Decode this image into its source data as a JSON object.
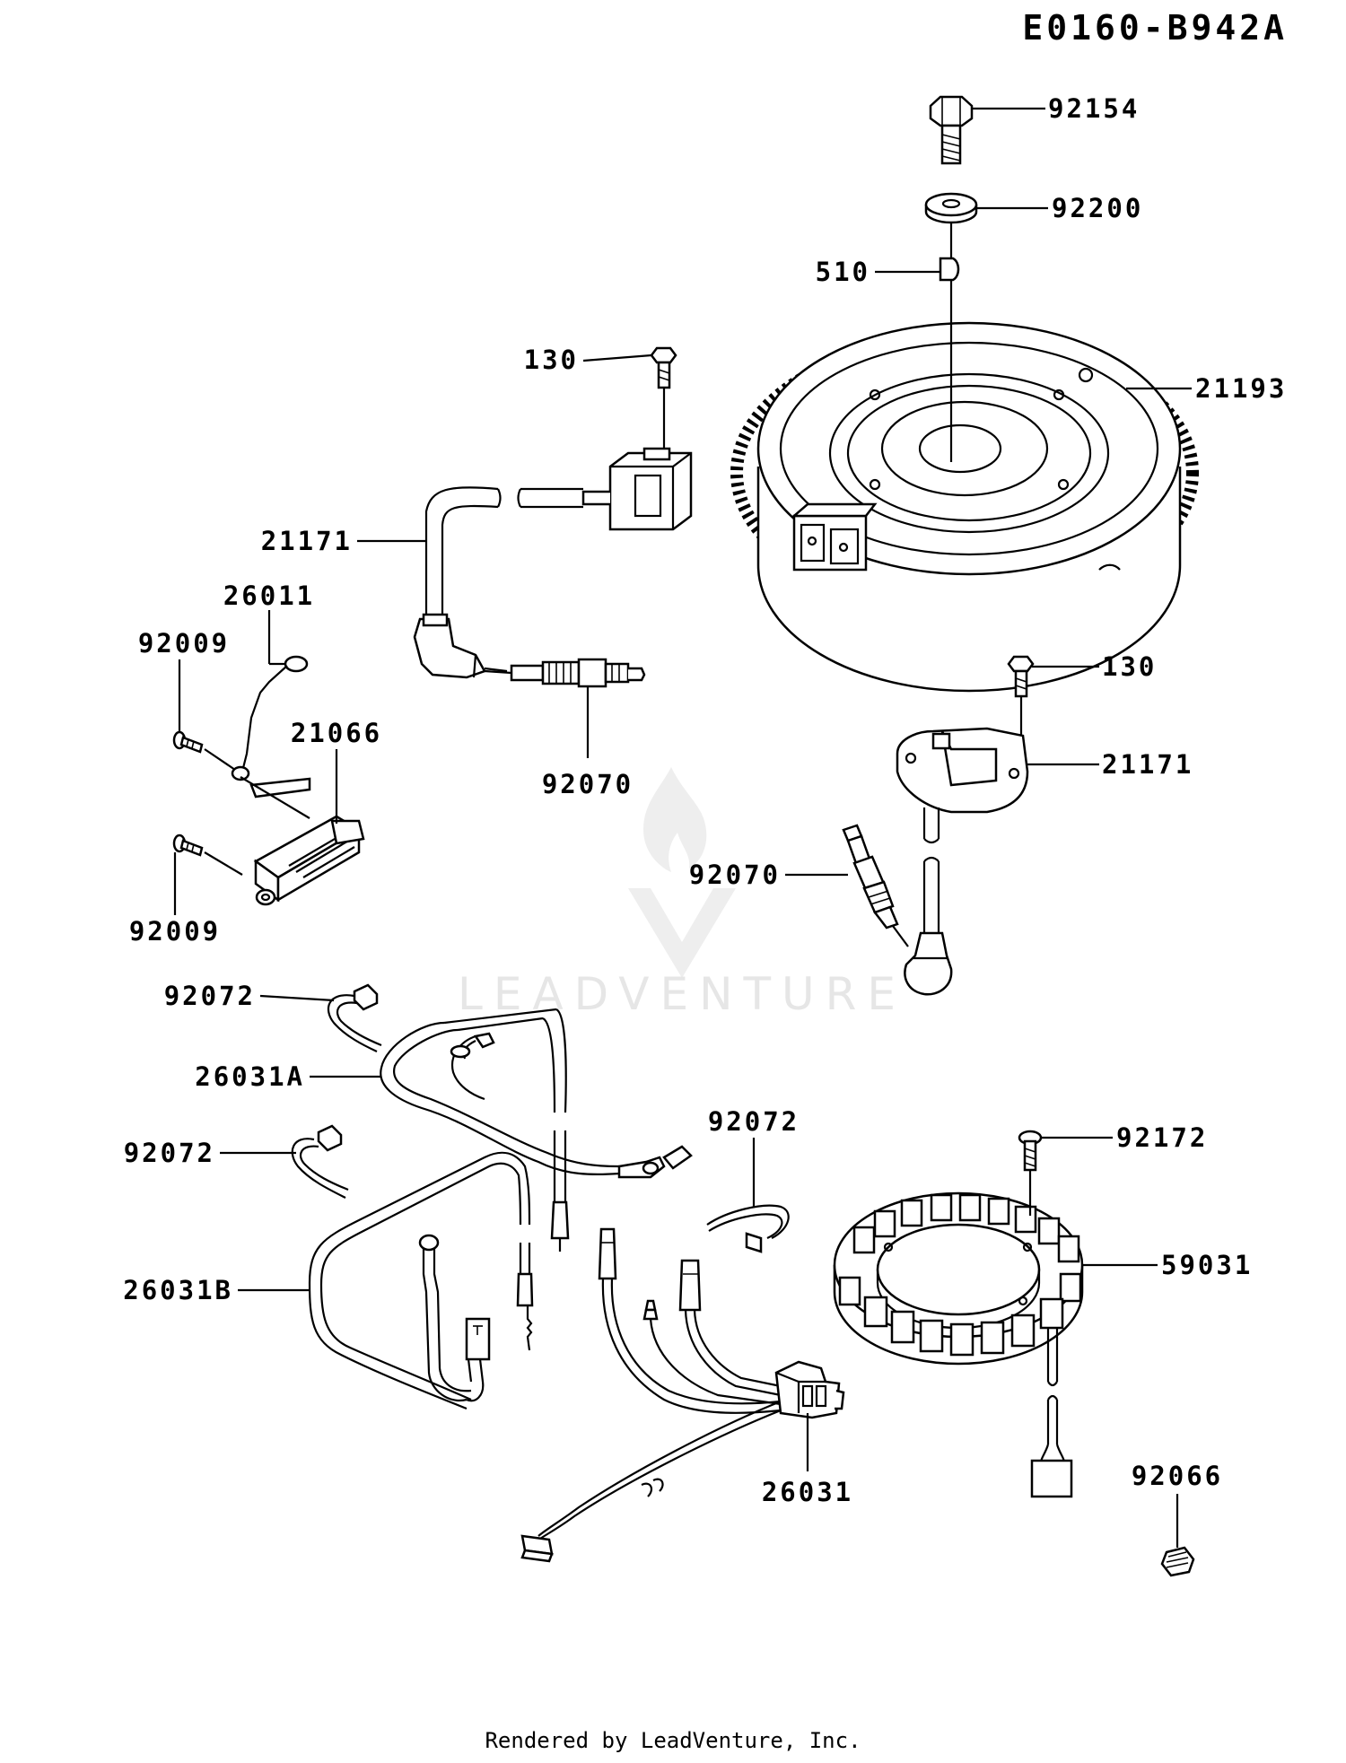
{
  "diagram_code": "E0160-B942A",
  "footer": "Rendered by LeadVenture, Inc.",
  "watermark": "LEADVENTURE",
  "colors": {
    "ink": "#000000",
    "background": "#ffffff",
    "watermark": "#e6e6e6"
  },
  "parts": [
    {
      "id": "p-92154",
      "label": "92154"
    },
    {
      "id": "p-92200",
      "label": "92200"
    },
    {
      "id": "p-510",
      "label": "510"
    },
    {
      "id": "p-130-top",
      "label": "130"
    },
    {
      "id": "p-21193",
      "label": "21193"
    },
    {
      "id": "p-21171-left",
      "label": "21171"
    },
    {
      "id": "p-26011",
      "label": "26011"
    },
    {
      "id": "p-92009-top",
      "label": "92009"
    },
    {
      "id": "p-21066",
      "label": "21066"
    },
    {
      "id": "p-92070-left",
      "label": "92070"
    },
    {
      "id": "p-92009-bottom",
      "label": "92009"
    },
    {
      "id": "p-130-right",
      "label": "130"
    },
    {
      "id": "p-21171-right",
      "label": "21171"
    },
    {
      "id": "p-92070-right",
      "label": "92070"
    },
    {
      "id": "p-92072-a",
      "label": "92072"
    },
    {
      "id": "p-26031A",
      "label": "26031A"
    },
    {
      "id": "p-92072-b",
      "label": "92072"
    },
    {
      "id": "p-92072-c",
      "label": "92072"
    },
    {
      "id": "p-92172",
      "label": "92172"
    },
    {
      "id": "p-59031",
      "label": "59031"
    },
    {
      "id": "p-26031B",
      "label": "26031B"
    },
    {
      "id": "p-92066",
      "label": "92066"
    },
    {
      "id": "p-26031",
      "label": "26031"
    }
  ]
}
